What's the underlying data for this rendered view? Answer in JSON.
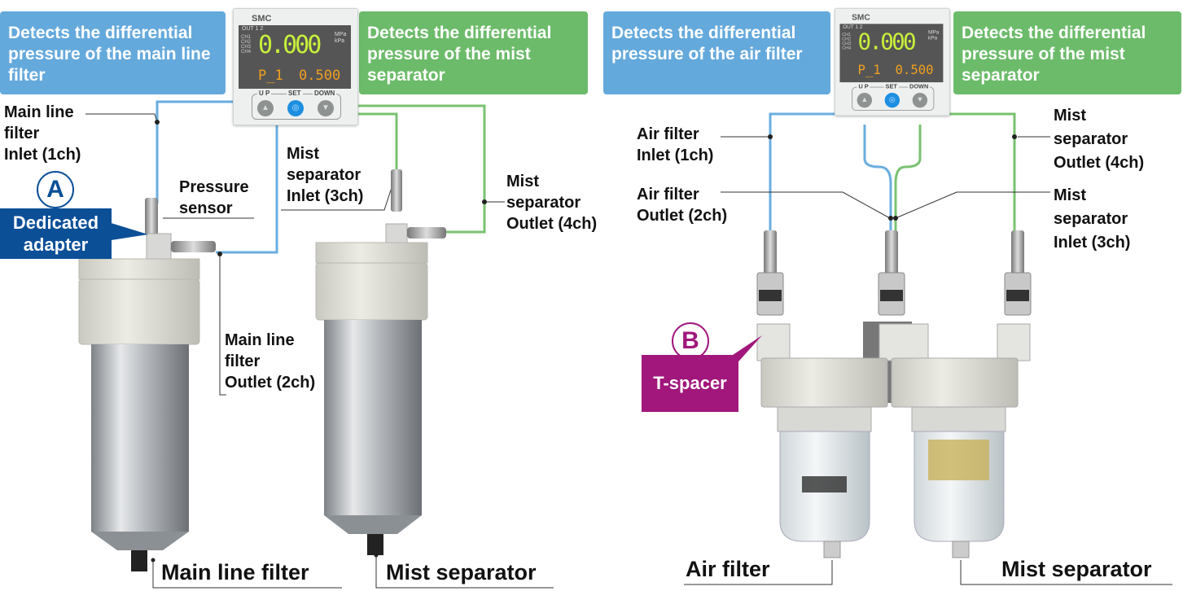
{
  "colors": {
    "blue_box": "#64a9dc",
    "green_box": "#6cbb6a",
    "adapter": "#0b4f97",
    "tspacer": "#a1177c"
  },
  "display": {
    "brand": "SMC",
    "out_label": "OUT 1 2",
    "channels": [
      "CH1",
      "CH2",
      "CH3",
      "CH4"
    ],
    "main_value": "0.000",
    "units": [
      "MPa",
      "kPa"
    ],
    "sub_param": "P_1",
    "sub_value": "0.500",
    "buttons": {
      "up": "U P",
      "set": "SET",
      "down": "DOWN"
    }
  },
  "left": {
    "blue_box": "Detects the differential pressure of the main line filter",
    "green_box": "Detects the differential pressure of the mist separator",
    "labels": {
      "inlet_1ch": [
        "Main line",
        "filter",
        "Inlet (1ch)"
      ],
      "pressure_sensor": [
        "Pressure",
        "sensor"
      ],
      "mist_inlet_3ch": [
        "Mist",
        "separator",
        "Inlet (3ch)"
      ],
      "mist_outlet_4ch": [
        "Mist",
        "separator",
        "Outlet (4ch)"
      ],
      "outlet_2ch": [
        "Main line",
        "filter",
        "Outlet (2ch)"
      ]
    },
    "badge_letter": "A",
    "badge_tag": [
      "Dedicated",
      "adapter"
    ],
    "product_1": "Main line filter",
    "product_2": "Mist separator"
  },
  "right": {
    "blue_box": "Detects the differential pressure of the air filter",
    "green_box": "Detects the differential pressure of the mist separator",
    "labels": {
      "inlet_1ch": [
        "Air filter",
        "Inlet (1ch)"
      ],
      "outlet_2ch": [
        "Air filter",
        "Outlet (2ch)"
      ],
      "mist_outlet_4ch": [
        "Mist",
        "separator",
        "Outlet (4ch)"
      ],
      "mist_inlet_3ch": [
        "Mist",
        "separator",
        "Inlet (3ch)"
      ]
    },
    "badge_letter": "B",
    "badge_tag": "T-spacer",
    "product_1": "Air filter",
    "product_2": "Mist separator"
  }
}
